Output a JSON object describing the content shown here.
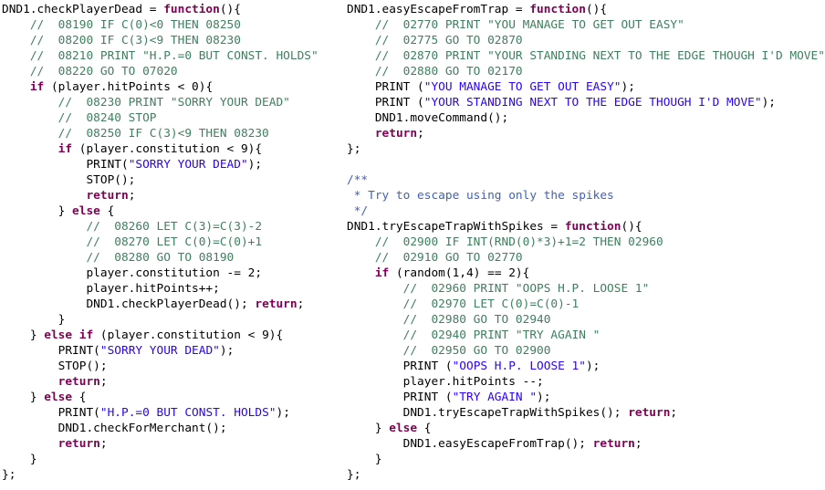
{
  "editor": {
    "left_pane": [
      [
        {
          "t": "",
          "v": "DND1.checkPlayerDead = "
        },
        {
          "t": "k",
          "v": "function"
        },
        {
          "t": "",
          "v": "(){"
        }
      ],
      [
        {
          "t": "c",
          "v": "    //  08190 IF C(0)<0 THEN 08250"
        }
      ],
      [
        {
          "t": "c",
          "v": "    //  08200 IF C(3)<9 THEN 08230"
        }
      ],
      [
        {
          "t": "c",
          "v": "    //  08210 PRINT \"H.P.=0 BUT CONST. HOLDS\""
        }
      ],
      [
        {
          "t": "c",
          "v": "    //  08220 GO TO 07020"
        }
      ],
      [
        {
          "t": "",
          "v": "    "
        },
        {
          "t": "k",
          "v": "if"
        },
        {
          "t": "",
          "v": " (player.hitPoints < 0){"
        }
      ],
      [
        {
          "t": "c",
          "v": "        //  08230 PRINT \"SORRY YOUR DEAD\""
        }
      ],
      [
        {
          "t": "c",
          "v": "        //  08240 STOP"
        }
      ],
      [
        {
          "t": "c",
          "v": "        //  08250 IF C(3)<9 THEN 08230"
        }
      ],
      [
        {
          "t": "",
          "v": "        "
        },
        {
          "t": "k",
          "v": "if"
        },
        {
          "t": "",
          "v": " (player.constitution < 9){"
        }
      ],
      [
        {
          "t": "",
          "v": "            PRINT("
        },
        {
          "t": "s",
          "v": "\"SORRY YOUR DEAD\""
        },
        {
          "t": "",
          "v": ");"
        }
      ],
      [
        {
          "t": "",
          "v": "            STOP();"
        }
      ],
      [
        {
          "t": "",
          "v": "            "
        },
        {
          "t": "k",
          "v": "return"
        },
        {
          "t": "",
          "v": ";"
        }
      ],
      [
        {
          "t": "",
          "v": "        } "
        },
        {
          "t": "k",
          "v": "else"
        },
        {
          "t": "",
          "v": " {"
        }
      ],
      [
        {
          "t": "c",
          "v": "            //  08260 LET C(3)=C(3)-2"
        }
      ],
      [
        {
          "t": "c",
          "v": "            //  08270 LET C(0)=C(0)+1"
        }
      ],
      [
        {
          "t": "c",
          "v": "            //  08280 GO TO 08190"
        }
      ],
      [
        {
          "t": "",
          "v": "            player.constitution -= 2;"
        }
      ],
      [
        {
          "t": "",
          "v": "            player.hitPoints++;"
        }
      ],
      [
        {
          "t": "",
          "v": "            DND1.checkPlayerDead(); "
        },
        {
          "t": "k",
          "v": "return"
        },
        {
          "t": "",
          "v": ";"
        }
      ],
      [
        {
          "t": "",
          "v": "        }"
        }
      ],
      [
        {
          "t": "",
          "v": "    } "
        },
        {
          "t": "k",
          "v": "else if"
        },
        {
          "t": "",
          "v": " (player.constitution < 9){"
        }
      ],
      [
        {
          "t": "",
          "v": "        PRINT("
        },
        {
          "t": "s",
          "v": "\"SORRY YOUR DEAD\""
        },
        {
          "t": "",
          "v": ");"
        }
      ],
      [
        {
          "t": "",
          "v": "        STOP();"
        }
      ],
      [
        {
          "t": "",
          "v": "        "
        },
        {
          "t": "k",
          "v": "return"
        },
        {
          "t": "",
          "v": ";"
        }
      ],
      [
        {
          "t": "",
          "v": "    } "
        },
        {
          "t": "k",
          "v": "else"
        },
        {
          "t": "",
          "v": " {"
        }
      ],
      [
        {
          "t": "",
          "v": "        PRINT("
        },
        {
          "t": "s",
          "v": "\"H.P.=0 BUT CONST. HOLDS\""
        },
        {
          "t": "",
          "v": ");"
        }
      ],
      [
        {
          "t": "",
          "v": "        DND1.checkForMerchant();"
        }
      ],
      [
        {
          "t": "",
          "v": "        "
        },
        {
          "t": "k",
          "v": "return"
        },
        {
          "t": "",
          "v": ";"
        }
      ],
      [
        {
          "t": "",
          "v": "    }"
        }
      ],
      [
        {
          "t": "",
          "v": "};"
        }
      ]
    ],
    "right_pane": [
      [
        {
          "t": "",
          "v": "DND1.easyEscapeFromTrap = "
        },
        {
          "t": "k",
          "v": "function"
        },
        {
          "t": "",
          "v": "(){"
        }
      ],
      [
        {
          "t": "c",
          "v": "    //  02770 PRINT \"YOU MANAGE TO GET OUT EASY\""
        }
      ],
      [
        {
          "t": "c",
          "v": "    //  02775 GO TO 02870"
        }
      ],
      [
        {
          "t": "c",
          "v": "    //  02870 PRINT \"YOUR STANDING NEXT TO THE EDGE THOUGH I'D MOVE\""
        }
      ],
      [
        {
          "t": "c",
          "v": "    //  02880 GO TO 02170"
        }
      ],
      [
        {
          "t": "",
          "v": "    PRINT ("
        },
        {
          "t": "s",
          "v": "\"YOU MANAGE TO GET OUT EASY\""
        },
        {
          "t": "",
          "v": ");"
        }
      ],
      [
        {
          "t": "",
          "v": "    PRINT ("
        },
        {
          "t": "s",
          "v": "\"YOUR STANDING NEXT TO THE EDGE THOUGH I'D MOVE\""
        },
        {
          "t": "",
          "v": ");"
        }
      ],
      [
        {
          "t": "",
          "v": "    DND1.moveCommand();"
        }
      ],
      [
        {
          "t": "",
          "v": "    "
        },
        {
          "t": "k",
          "v": "return"
        },
        {
          "t": "",
          "v": ";"
        }
      ],
      [
        {
          "t": "",
          "v": "};"
        }
      ],
      [
        {
          "t": "",
          "v": ""
        }
      ],
      [
        {
          "t": "d",
          "v": "/**"
        }
      ],
      [
        {
          "t": "d",
          "v": " * Try to escape using only the spikes"
        }
      ],
      [
        {
          "t": "d",
          "v": " */"
        }
      ],
      [
        {
          "t": "",
          "v": "DND1.tryEscapeTrapWithSpikes = "
        },
        {
          "t": "k",
          "v": "function"
        },
        {
          "t": "",
          "v": "(){"
        }
      ],
      [
        {
          "t": "c",
          "v": "    //  02900 IF INT(RND(0)*3)+1=2 THEN 02960"
        }
      ],
      [
        {
          "t": "c",
          "v": "    //  02910 GO TO 02770"
        }
      ],
      [
        {
          "t": "",
          "v": "    "
        },
        {
          "t": "k",
          "v": "if"
        },
        {
          "t": "",
          "v": " (random(1,4) == 2){"
        }
      ],
      [
        {
          "t": "c",
          "v": "        //  02960 PRINT \"OOPS H.P. LOOSE 1\""
        }
      ],
      [
        {
          "t": "c",
          "v": "        //  02970 LET C(0)=C(0)-1"
        }
      ],
      [
        {
          "t": "c",
          "v": "        //  02980 GO TO 02940"
        }
      ],
      [
        {
          "t": "c",
          "v": "        //  02940 PRINT \"TRY AGAIN \""
        }
      ],
      [
        {
          "t": "c",
          "v": "        //  02950 GO TO 02900"
        }
      ],
      [
        {
          "t": "",
          "v": "        PRINT ("
        },
        {
          "t": "s",
          "v": "\"OOPS H.P. LOOSE 1\""
        },
        {
          "t": "",
          "v": ");"
        }
      ],
      [
        {
          "t": "",
          "v": "        player.hitPoints --;"
        }
      ],
      [
        {
          "t": "",
          "v": "        PRINT ("
        },
        {
          "t": "s",
          "v": "\"TRY AGAIN \""
        },
        {
          "t": "",
          "v": ");"
        }
      ],
      [
        {
          "t": "",
          "v": "        DND1.tryEscapeTrapWithSpikes(); "
        },
        {
          "t": "k",
          "v": "return"
        },
        {
          "t": "",
          "v": ";"
        }
      ],
      [
        {
          "t": "",
          "v": "    } "
        },
        {
          "t": "k",
          "v": "else"
        },
        {
          "t": "",
          "v": " {"
        }
      ],
      [
        {
          "t": "",
          "v": "        DND1.easyEscapeFromTrap(); "
        },
        {
          "t": "k",
          "v": "return"
        },
        {
          "t": "",
          "v": ";"
        }
      ],
      [
        {
          "t": "",
          "v": "    }"
        }
      ],
      [
        {
          "t": "",
          "v": "};"
        }
      ]
    ],
    "colors": {
      "text": "#000000",
      "keyword": "#7f0055",
      "string": "#2a00ff",
      "line_comment": "#3f7f5f",
      "doc_comment": "#3f5fbf",
      "background": "#ffffff"
    }
  }
}
